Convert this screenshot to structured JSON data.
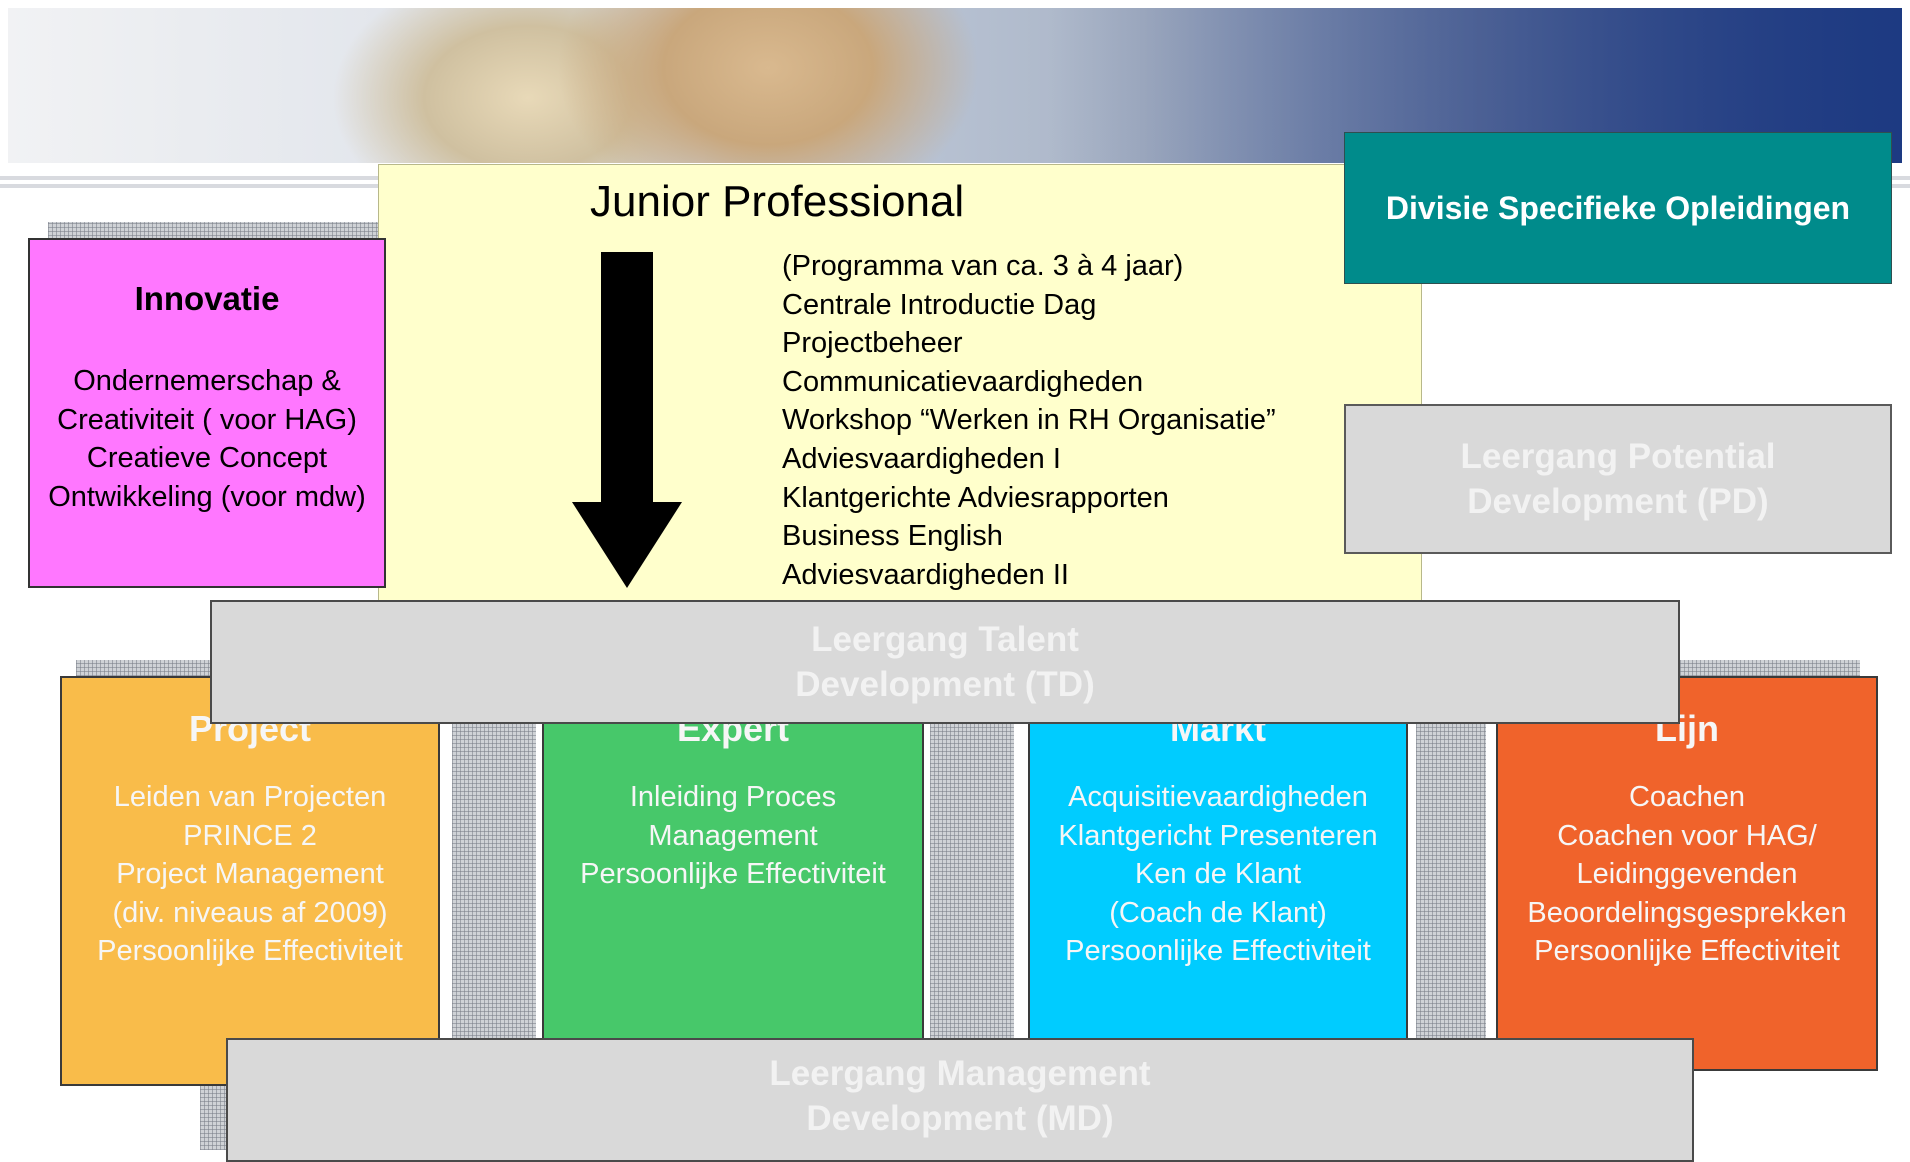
{
  "junior": {
    "title": "Junior Professional",
    "items": [
      "(Programma van ca. 3 à 4 jaar)",
      "Centrale Introductie Dag",
      "Projectbeheer",
      "Communicatievaardigheden",
      "Workshop “Werken in RH Organisatie”",
      "Adviesvaardigheden I",
      "Klantgerichte Adviesrapporten",
      "Business English",
      "Adviesvaardigheden II"
    ]
  },
  "divisie": {
    "label": "Divisie Specifieke Opleidingen"
  },
  "pd": {
    "line1": "Leergang Potential",
    "line2": "Development  (PD)"
  },
  "innovatie": {
    "title": "Innovatie",
    "lines": [
      "Ondernemerschap &",
      "Creativiteit ( voor HAG)",
      "Creatieve Concept",
      "Ontwikkeling (voor mdw)"
    ]
  },
  "td": {
    "line1": "Leergang Talent",
    "line2": "Development (TD)"
  },
  "pillars": [
    {
      "title": "Project",
      "lines": [
        "Leiden van Projecten",
        "PRINCE 2",
        "Project  Management",
        "(div. niveaus af 2009)",
        "Persoonlijke Effectiviteit"
      ]
    },
    {
      "title": "Expert",
      "lines": [
        "Inleiding Proces",
        "Management",
        "Persoonlijke Effectiviteit"
      ]
    },
    {
      "title": "Markt",
      "lines": [
        "Acquisitievaardigheden",
        "Klantgericht Presenteren",
        "Ken de Klant",
        "(Coach de Klant)",
        "Persoonlijke Effectiviteit"
      ]
    },
    {
      "title": "Lijn",
      "lines": [
        "Coachen",
        "Coachen voor HAG/",
        "Leidinggevenden",
        "Beoordelingsgesprekken",
        "Persoonlijke Effectiviteit"
      ]
    }
  ],
  "md": {
    "line1": "Leergang Management",
    "line2": "Development (MD)"
  },
  "colors": {
    "junior": "#ffffcc",
    "divisie": "#008b8b",
    "innovatie": "#ff77ff",
    "leergang": "#d9d9d9",
    "project": "#f9bc4a",
    "expert": "#47c86a",
    "markt": "#00ccff",
    "lijn": "#f0632b"
  }
}
